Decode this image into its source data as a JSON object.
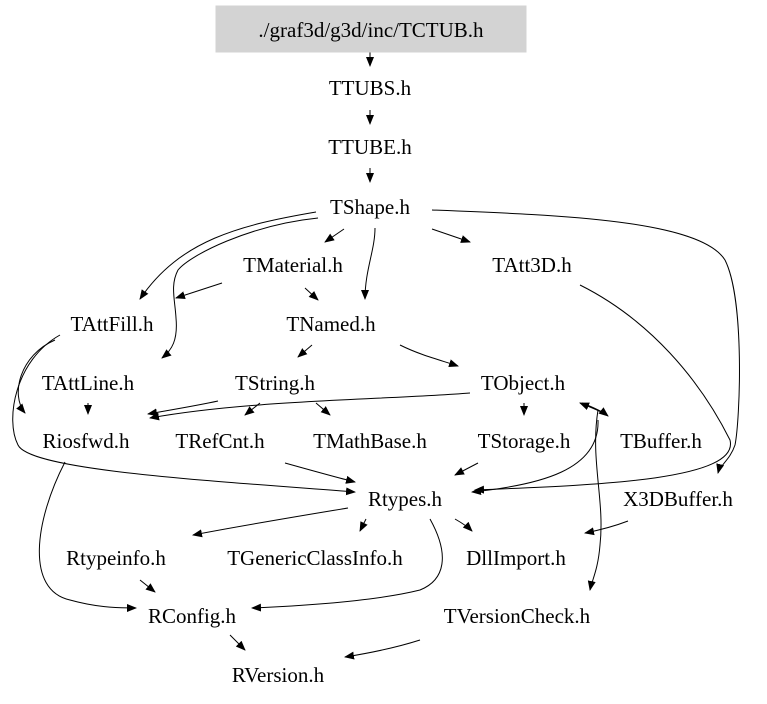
{
  "graph": {
    "title": "./graf3d/g3d/inc/TCTUB.h",
    "root_fill": "#d3d3d3",
    "nodes": [
      {
        "id": "tctub",
        "label": "./graf3d/g3d/inc/TCTUB.h",
        "root": true
      },
      {
        "id": "ttubs",
        "label": "TTUBS.h"
      },
      {
        "id": "ttube",
        "label": "TTUBE.h"
      },
      {
        "id": "tshape",
        "label": "TShape.h"
      },
      {
        "id": "tmaterial",
        "label": "TMaterial.h"
      },
      {
        "id": "tatt3d",
        "label": "TAtt3D.h"
      },
      {
        "id": "tattfill",
        "label": "TAttFill.h"
      },
      {
        "id": "tnamed",
        "label": "TNamed.h"
      },
      {
        "id": "tattline",
        "label": "TAttLine.h"
      },
      {
        "id": "tstring",
        "label": "TString.h"
      },
      {
        "id": "tobject",
        "label": "TObject.h"
      },
      {
        "id": "riosfwd",
        "label": "Riosfwd.h"
      },
      {
        "id": "trefcnt",
        "label": "TRefCnt.h"
      },
      {
        "id": "tmathbase",
        "label": "TMathBase.h"
      },
      {
        "id": "tstorage",
        "label": "TStorage.h"
      },
      {
        "id": "tbuffer",
        "label": "TBuffer.h"
      },
      {
        "id": "rtypes",
        "label": "Rtypes.h"
      },
      {
        "id": "x3dbuffer",
        "label": "X3DBuffer.h"
      },
      {
        "id": "rtypeinfo",
        "label": "Rtypeinfo.h"
      },
      {
        "id": "tgenericclassinfo",
        "label": "TGenericClassInfo.h"
      },
      {
        "id": "dllimport",
        "label": "DllImport.h"
      },
      {
        "id": "rconfig",
        "label": "RConfig.h"
      },
      {
        "id": "tversioncheck",
        "label": "TVersionCheck.h"
      },
      {
        "id": "rversion",
        "label": "RVersion.h"
      }
    ],
    "edges": [
      [
        "tctub",
        "ttubs"
      ],
      [
        "ttubs",
        "ttube"
      ],
      [
        "ttube",
        "tshape"
      ],
      [
        "tshape",
        "tmaterial"
      ],
      [
        "tshape",
        "tatt3d"
      ],
      [
        "tshape",
        "tattfill"
      ],
      [
        "tshape",
        "tattline"
      ],
      [
        "tshape",
        "tnamed"
      ],
      [
        "tshape",
        "x3dbuffer"
      ],
      [
        "tmaterial",
        "tattfill"
      ],
      [
        "tmaterial",
        "tnamed"
      ],
      [
        "tatt3d",
        "rtypes"
      ],
      [
        "tattfill",
        "riosfwd"
      ],
      [
        "tattfill",
        "rtypes"
      ],
      [
        "tattline",
        "riosfwd"
      ],
      [
        "tnamed",
        "tstring"
      ],
      [
        "tnamed",
        "tobject"
      ],
      [
        "tstring",
        "riosfwd"
      ],
      [
        "tstring",
        "trefcnt"
      ],
      [
        "tstring",
        "tmathbase"
      ],
      [
        "tobject",
        "riosfwd"
      ],
      [
        "tobject",
        "tstorage"
      ],
      [
        "tobject",
        "tbuffer"
      ],
      [
        "tobject",
        "tversioncheck"
      ],
      [
        "tbuffer",
        "tobject"
      ],
      [
        "tbuffer",
        "rtypes"
      ],
      [
        "trefcnt",
        "rtypes"
      ],
      [
        "tstorage",
        "rtypes"
      ],
      [
        "riosfwd",
        "rconfig"
      ],
      [
        "rtypes",
        "rtypeinfo"
      ],
      [
        "rtypes",
        "tgenericclassinfo"
      ],
      [
        "rtypes",
        "dllimport"
      ],
      [
        "rtypes",
        "rconfig"
      ],
      [
        "x3dbuffer",
        "dllimport"
      ],
      [
        "rtypeinfo",
        "rconfig"
      ],
      [
        "rconfig",
        "rversion"
      ],
      [
        "tversioncheck",
        "rversion"
      ]
    ]
  }
}
